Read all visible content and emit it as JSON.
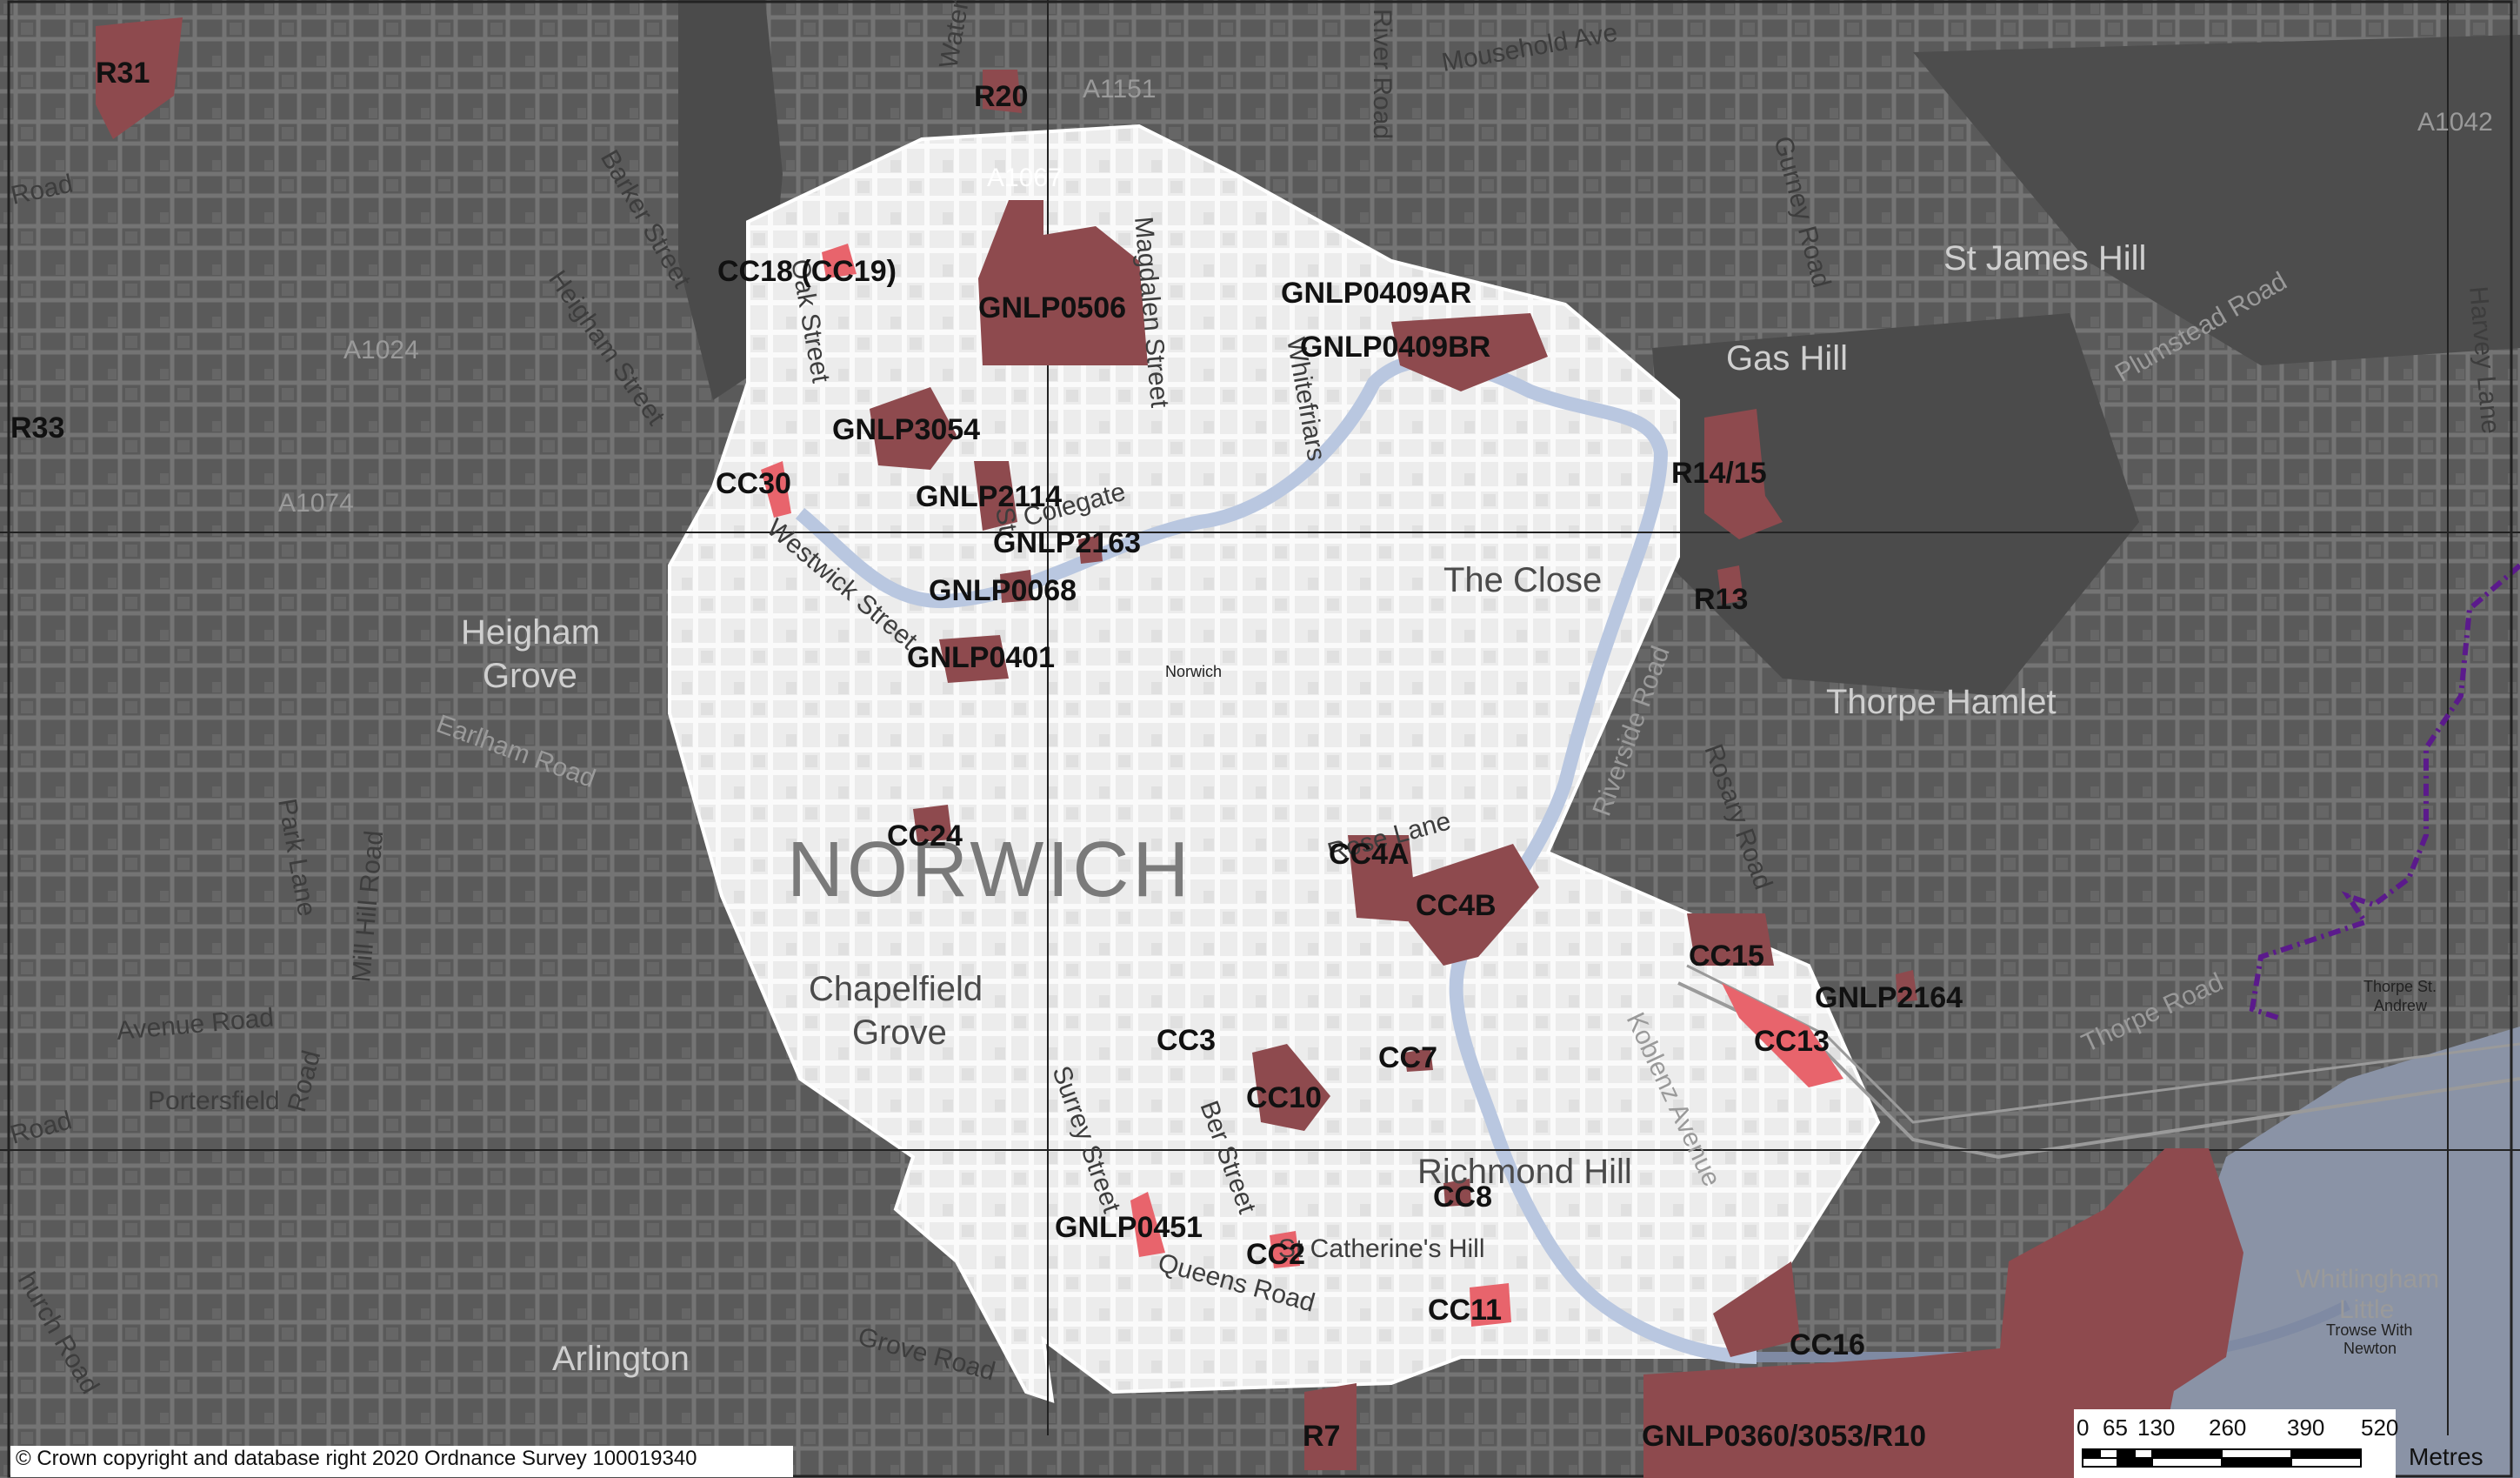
{
  "colors": {
    "outside_bg": "#555555",
    "inside_bg": "#f2f2f2",
    "site_fill": "#8e4a4e",
    "site_fill_light": "#e8646c",
    "river": "#b9c7e0",
    "boundary_purple": "#5b1a8c",
    "grid": "#222222"
  },
  "copyright": "© Crown copyright and database right 2020 Ordnance Survey 100019340",
  "scale": {
    "ticks": [
      "0",
      "65",
      "130",
      "260",
      "390",
      "520"
    ],
    "units": "Metres"
  },
  "city_label": "NORWICH",
  "place_labels": [
    {
      "id": "heigham-grove-1",
      "text": "Heigham"
    },
    {
      "id": "heigham-grove-2",
      "text": "Grove"
    },
    {
      "id": "chapelfield-1",
      "text": "Chapelfield"
    },
    {
      "id": "chapelfield-2",
      "text": "Grove"
    },
    {
      "id": "the-close",
      "text": "The Close"
    },
    {
      "id": "st-james-hill",
      "text": "St James Hill"
    },
    {
      "id": "gas-hill",
      "text": "Gas Hill"
    },
    {
      "id": "thorpe-hamlet",
      "text": "Thorpe Hamlet"
    },
    {
      "id": "richmond-hill",
      "text": "Richmond Hill"
    },
    {
      "id": "st-catherines-hill",
      "text": "St Catherine's Hill"
    },
    {
      "id": "arlington",
      "text": "Arlington"
    },
    {
      "id": "whitlingham-1",
      "text": "Whitlingham"
    },
    {
      "id": "whitlingham-2",
      "text": "Little"
    },
    {
      "id": "norwich-small",
      "text": "Norwich"
    },
    {
      "id": "thorpe-st-andrew-1",
      "text": "Thorpe St."
    },
    {
      "id": "thorpe-st-andrew-2",
      "text": "Andrew"
    },
    {
      "id": "trowse-1",
      "text": "Trowse With"
    },
    {
      "id": "trowse-2",
      "text": "Newton"
    }
  ],
  "road_labels": [
    {
      "id": "road-left",
      "text": "Road"
    },
    {
      "id": "barker-street",
      "text": "Barker Street"
    },
    {
      "id": "heigham-street",
      "text": "Heigham Street"
    },
    {
      "id": "oak-street",
      "text": "Oak Street"
    },
    {
      "id": "waterloo",
      "text": "Waterloo"
    },
    {
      "id": "a1151",
      "text": "A1151"
    },
    {
      "id": "a1067",
      "text": "A1067"
    },
    {
      "id": "a1024",
      "text": "A1024"
    },
    {
      "id": "a1074",
      "text": "A1074"
    },
    {
      "id": "a1042",
      "text": "A1042"
    },
    {
      "id": "magdalen-street",
      "text": "Magdalen Street"
    },
    {
      "id": "whitefriars",
      "text": "Whitefriars"
    },
    {
      "id": "river-road",
      "text": "River Road"
    },
    {
      "id": "mousehold",
      "text": "Mousehold Ave"
    },
    {
      "id": "gurney-road",
      "text": "Gurney Road"
    },
    {
      "id": "plumstead-road",
      "text": "Plumstead Road"
    },
    {
      "id": "harvey-lane",
      "text": "Harvey Lane"
    },
    {
      "id": "riverside-road",
      "text": "Riverside Road"
    },
    {
      "id": "rosary-road",
      "text": "Rosary Road"
    },
    {
      "id": "westwick-street",
      "text": "Westwick Street"
    },
    {
      "id": "earlham-road",
      "text": "Earlham Road"
    },
    {
      "id": "park-lane",
      "text": "Park Lane"
    },
    {
      "id": "mill-hill-road",
      "text": "Mill Hill Road"
    },
    {
      "id": "avenue-road",
      "text": "Avenue Road"
    },
    {
      "id": "portersfield",
      "text": "Portersfield"
    },
    {
      "id": "road-portersfield",
      "text": "Road"
    },
    {
      "id": "road-left2",
      "text": "Road"
    },
    {
      "id": "church-road",
      "text": "hurch Road"
    },
    {
      "id": "grove-road",
      "text": "Grove Road"
    },
    {
      "id": "surrey-street",
      "text": "Surrey Street"
    },
    {
      "id": "ber-street",
      "text": "Ber Street"
    },
    {
      "id": "rose-lane",
      "text": "Rose Lane"
    },
    {
      "id": "koblenz-avenue",
      "text": "Koblenz Avenue"
    },
    {
      "id": "thorpe-road",
      "text": "Thorpe Road"
    },
    {
      "id": "queens-road",
      "text": "Queens Road"
    },
    {
      "id": "colegate",
      "text": "Colegate"
    },
    {
      "id": "st-saviour",
      "text": "St"
    }
  ],
  "sites": [
    {
      "id": "R31",
      "label": "R31"
    },
    {
      "id": "R20",
      "label": "R20"
    },
    {
      "id": "CC18",
      "label": "CC18 (CC19)"
    },
    {
      "id": "GNLP0506",
      "label": "GNLP0506"
    },
    {
      "id": "GNLP0409AR",
      "label": "GNLP0409AR"
    },
    {
      "id": "GNLP0409BR",
      "label": "GNLP0409BR"
    },
    {
      "id": "R33",
      "label": "R33"
    },
    {
      "id": "GNLP3054",
      "label": "GNLP3054"
    },
    {
      "id": "CC30",
      "label": "CC30"
    },
    {
      "id": "GNLP2114",
      "label": "GNLP2114"
    },
    {
      "id": "GNLP2163",
      "label": "GNLP2163"
    },
    {
      "id": "GNLP0068",
      "label": "GNLP0068"
    },
    {
      "id": "GNLP0401",
      "label": "GNLP0401"
    },
    {
      "id": "R14",
      "label": "R14/15"
    },
    {
      "id": "R13",
      "label": "R13"
    },
    {
      "id": "CC24",
      "label": "CC24"
    },
    {
      "id": "CC4A",
      "label": "CC4A"
    },
    {
      "id": "CC4B",
      "label": "CC4B"
    },
    {
      "id": "CC15",
      "label": "CC15"
    },
    {
      "id": "GNLP2164",
      "label": "GNLP2164"
    },
    {
      "id": "CC13",
      "label": "CC13"
    },
    {
      "id": "CC3",
      "label": "CC3"
    },
    {
      "id": "CC7",
      "label": "CC7"
    },
    {
      "id": "CC10",
      "label": "CC10"
    },
    {
      "id": "CC8",
      "label": "CC8"
    },
    {
      "id": "GNLP0451",
      "label": "GNLP0451"
    },
    {
      "id": "CC2",
      "label": "CC2"
    },
    {
      "id": "CC11",
      "label": "CC11"
    },
    {
      "id": "CC16",
      "label": "CC16"
    },
    {
      "id": "R7",
      "label": "R7"
    },
    {
      "id": "GNLP0360",
      "label": "GNLP0360/3053/R10"
    }
  ]
}
